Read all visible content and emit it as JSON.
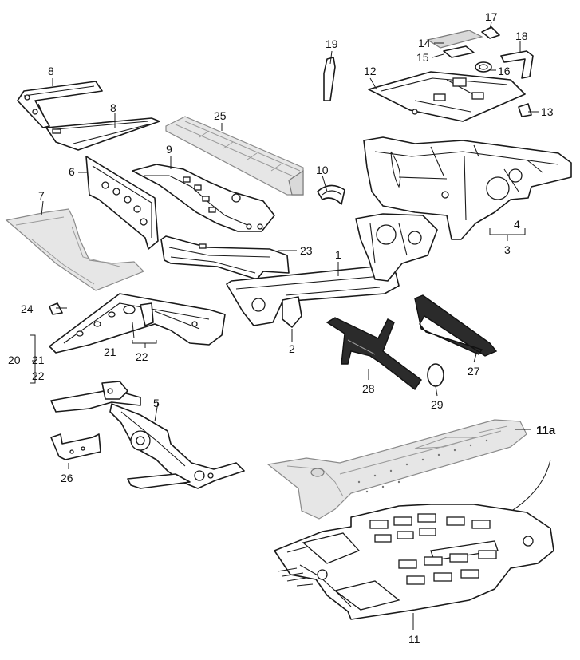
{
  "labels": {
    "l1": "1",
    "l2": "2",
    "l3": "3",
    "l4": "4",
    "l5": "5",
    "l6": "6",
    "l7": "7",
    "l8a": "8",
    "l8b": "8",
    "l9": "9",
    "l10": "10",
    "l11": "11",
    "l11a": "11a",
    "l12": "12",
    "l13": "13",
    "l14": "14",
    "l15": "15",
    "l16": "16",
    "l17": "17",
    "l18": "18",
    "l19": "19",
    "l20": "20",
    "l21a": "21",
    "l21b": "21",
    "l22a": "22",
    "l22b": "22",
    "l23": "23",
    "l24": "24",
    "l25": "25",
    "l26": "26",
    "l27": "27",
    "l28": "28",
    "l29": "29"
  }
}
